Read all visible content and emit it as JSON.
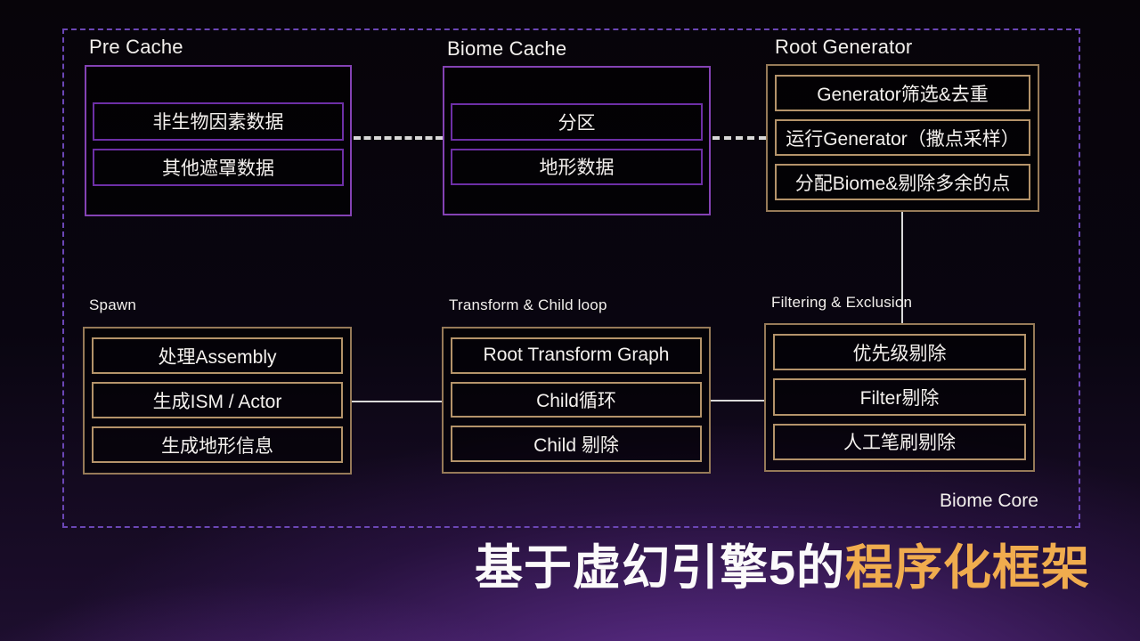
{
  "title": {
    "white_part": "基于虚幻引擎5的",
    "gold_part": "程序化框架"
  },
  "diagram": {
    "corner_label": "Biome Core",
    "groups": [
      {
        "label": "Pre Cache",
        "theme": "purple",
        "items": [
          "非生物因素数据",
          "其他遮罩数据"
        ]
      },
      {
        "label": "Biome Cache",
        "theme": "purple",
        "items": [
          "分区",
          "地形数据"
        ]
      },
      {
        "label": "Root Generator",
        "theme": "gold",
        "items": [
          "Generator筛选&去重",
          "运行Generator（撒点采样）",
          "分配Biome&剔除多余的点"
        ]
      },
      {
        "label": "Spawn",
        "theme": "gold",
        "items": [
          "处理Assembly",
          "生成ISM / Actor",
          "生成地形信息"
        ]
      },
      {
        "label": "Transform & Child loop",
        "theme": "gold",
        "items": [
          "Root Transform Graph",
          "Child循环",
          "Child 剔除"
        ]
      },
      {
        "label": "Filtering & Exclusion",
        "theme": "gold",
        "items": [
          "优先级剔除",
          "Filter剔除",
          "人工笔刷剔除"
        ]
      }
    ]
  },
  "colors": {
    "purple_border": "#8442b4",
    "purple_node_border": "#6d2fa6",
    "gold_border": "#967a58",
    "gold_node_border": "#b4936a",
    "frame_dashed": "#6b46b5",
    "connector": "#d9d9d9",
    "title_gold": "#f0ac4e"
  }
}
